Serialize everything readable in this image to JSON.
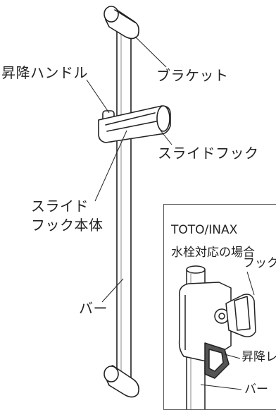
{
  "labels": {
    "lift_handle": "昇降ハンドル",
    "bracket": "ブラケット",
    "slide_hook": "スライドフック",
    "slide_hook_body_line1": "スライド",
    "slide_hook_body_line2": "フック本体",
    "bar": "バー"
  },
  "inset": {
    "brand": "TOTO/INAX",
    "note": "水栓対応の場合",
    "hook": "フック",
    "lift": "昇降レ",
    "bar": "バー"
  }
}
